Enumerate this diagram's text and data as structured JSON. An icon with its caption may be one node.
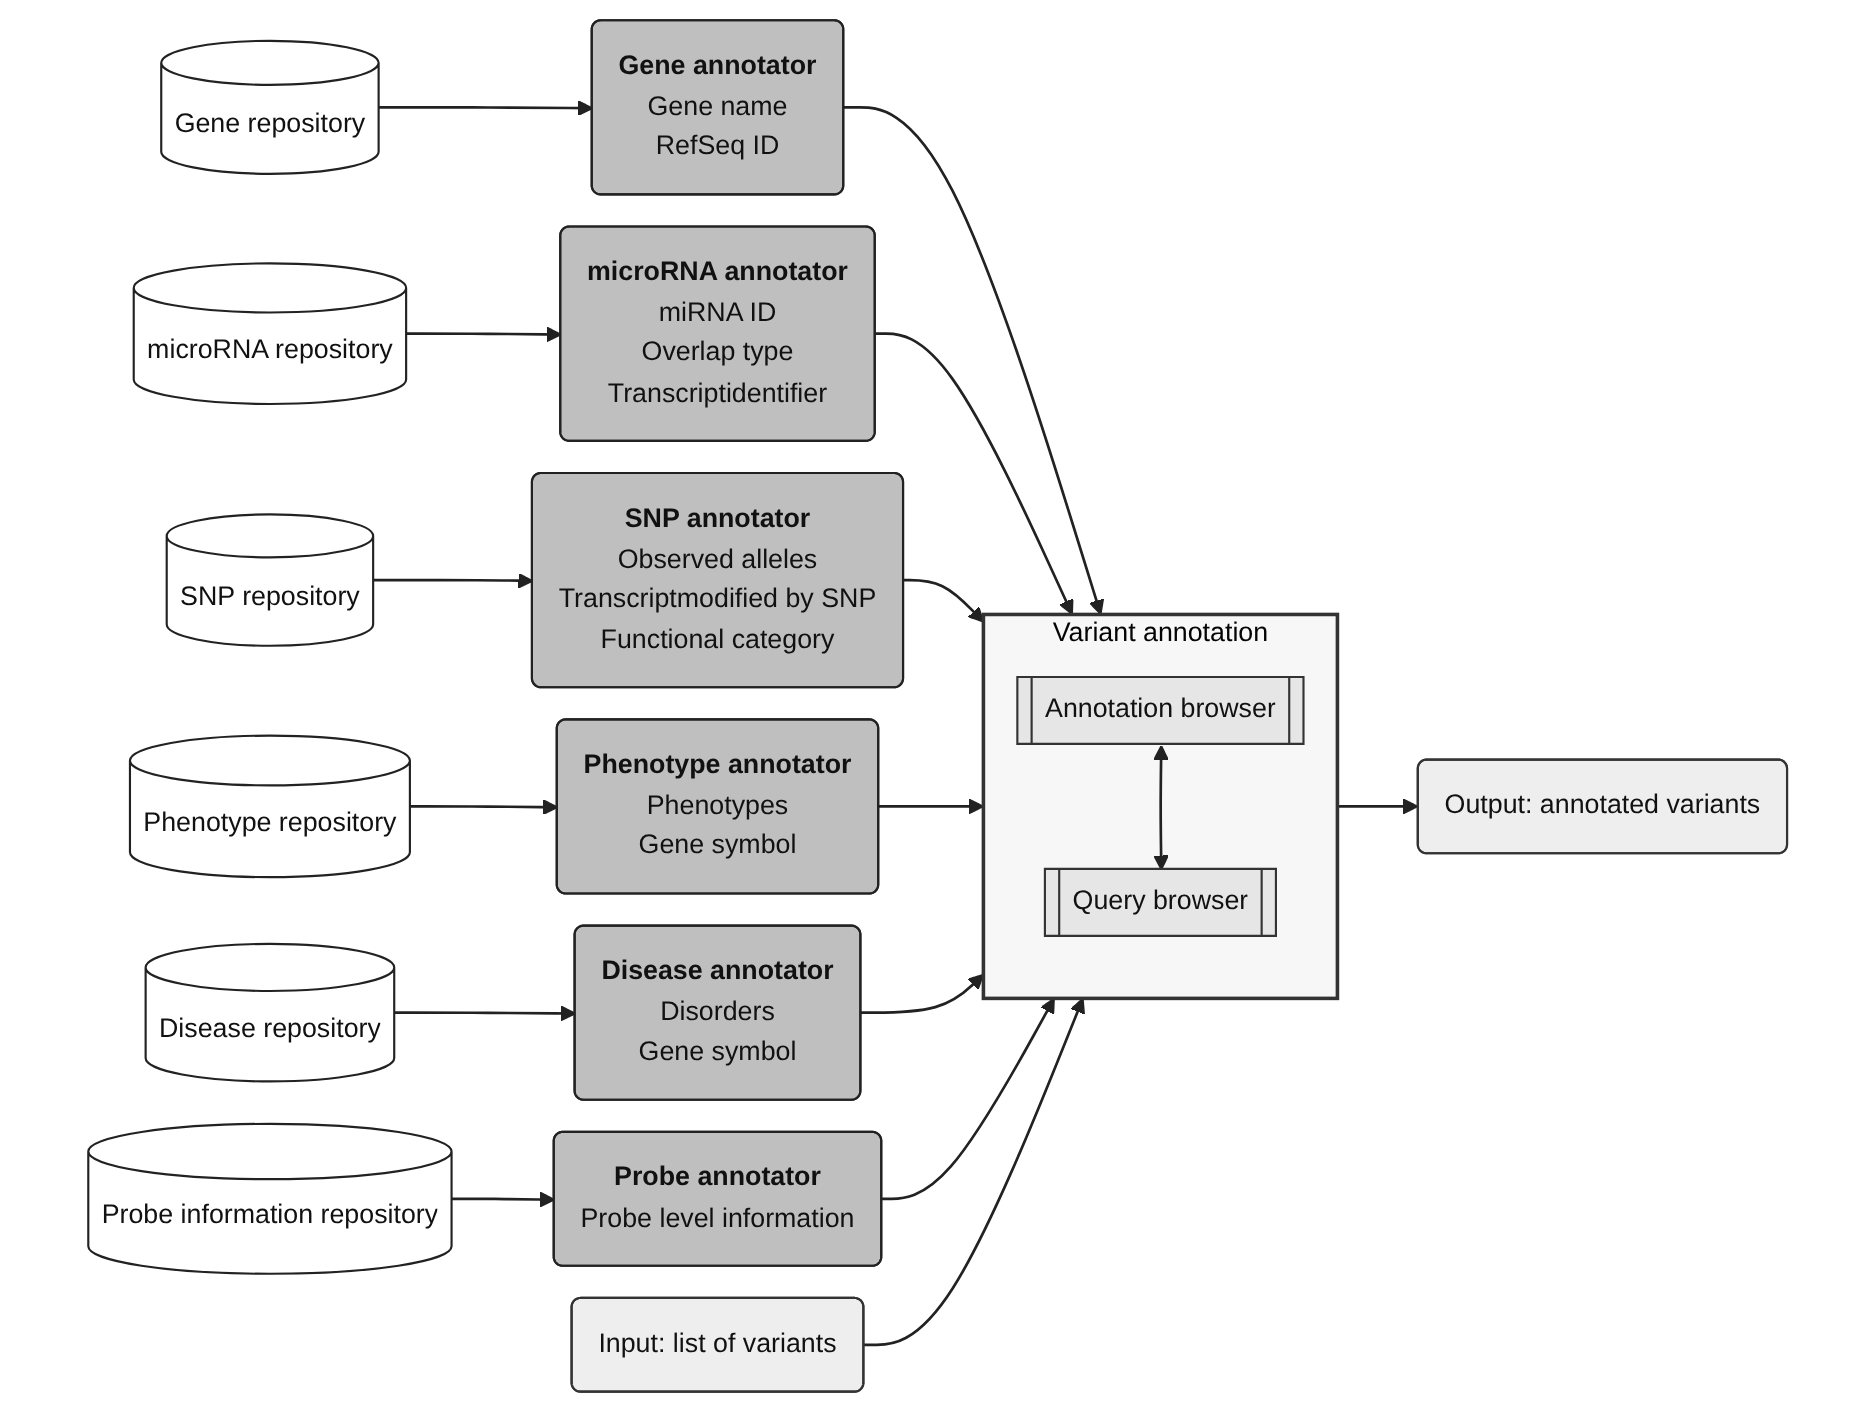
{
  "diagram": {
    "nodes": [
      {
        "text": [
          "Gene repository"
        ]
      },
      {
        "text": [
          "Gene annotator",
          "Gene name",
          "RefSeq ID"
        ]
      },
      {
        "text": [
          "microRNA repository"
        ]
      },
      {
        "text": [
          "microRNA annotator",
          "miRNA ID",
          "Overlap type",
          "Transcriptidentifier"
        ]
      },
      {
        "text": [
          "SNP repository"
        ]
      },
      {
        "text": [
          "SNP annotator",
          "Observed alleles",
          "Transcriptmodified by SNP",
          "Functional category"
        ]
      },
      {
        "text": [
          "Phenotype repository"
        ]
      },
      {
        "text": [
          "Phenotype annotator",
          "Phenotypes",
          "Gene symbol"
        ]
      },
      {
        "text": [
          "Disease repository"
        ]
      },
      {
        "text": [
          "Disease annotator",
          "Disorders",
          "Gene symbol"
        ]
      },
      {
        "text": [
          "Probe information repository"
        ]
      },
      {
        "text": [
          "Probe annotator",
          "Probe level information"
        ]
      },
      {
        "text": [
          "Input: list of variants"
        ]
      },
      {
        "text": [
          "Variant annotation"
        ]
      },
      {
        "text": [
          "Annotation browser"
        ],
        "in": 13
      },
      {
        "text": [
          "Query browser"
        ],
        "in": 13
      },
      {
        "text": [
          "Output: annotated variants"
        ]
      }
    ],
    "edges": [
      {
        "from": 0,
        "to": 1,
        "arrow": "to"
      },
      {
        "from": 2,
        "to": 3,
        "arrow": "to"
      },
      {
        "from": 4,
        "to": 5,
        "arrow": "to"
      },
      {
        "from": 6,
        "to": 7,
        "arrow": "to"
      },
      {
        "from": 8,
        "to": 9,
        "arrow": "to"
      },
      {
        "from": 10,
        "to": 11,
        "arrow": "to"
      },
      {
        "from": 1,
        "to": 13,
        "arrow": "to"
      },
      {
        "from": 3,
        "to": 13,
        "arrow": "to"
      },
      {
        "from": 5,
        "to": 13,
        "arrow": "to"
      },
      {
        "from": 7,
        "to": 13,
        "arrow": "to"
      },
      {
        "from": 9,
        "to": 13,
        "arrow": "to"
      },
      {
        "from": 11,
        "to": 13,
        "arrow": "to"
      },
      {
        "from": 12,
        "to": 13,
        "arrow": "to"
      },
      {
        "from": 14,
        "to": 15,
        "arrow": "both"
      },
      {
        "from": 13,
        "to": 16,
        "arrow": "to"
      }
    ]
  }
}
